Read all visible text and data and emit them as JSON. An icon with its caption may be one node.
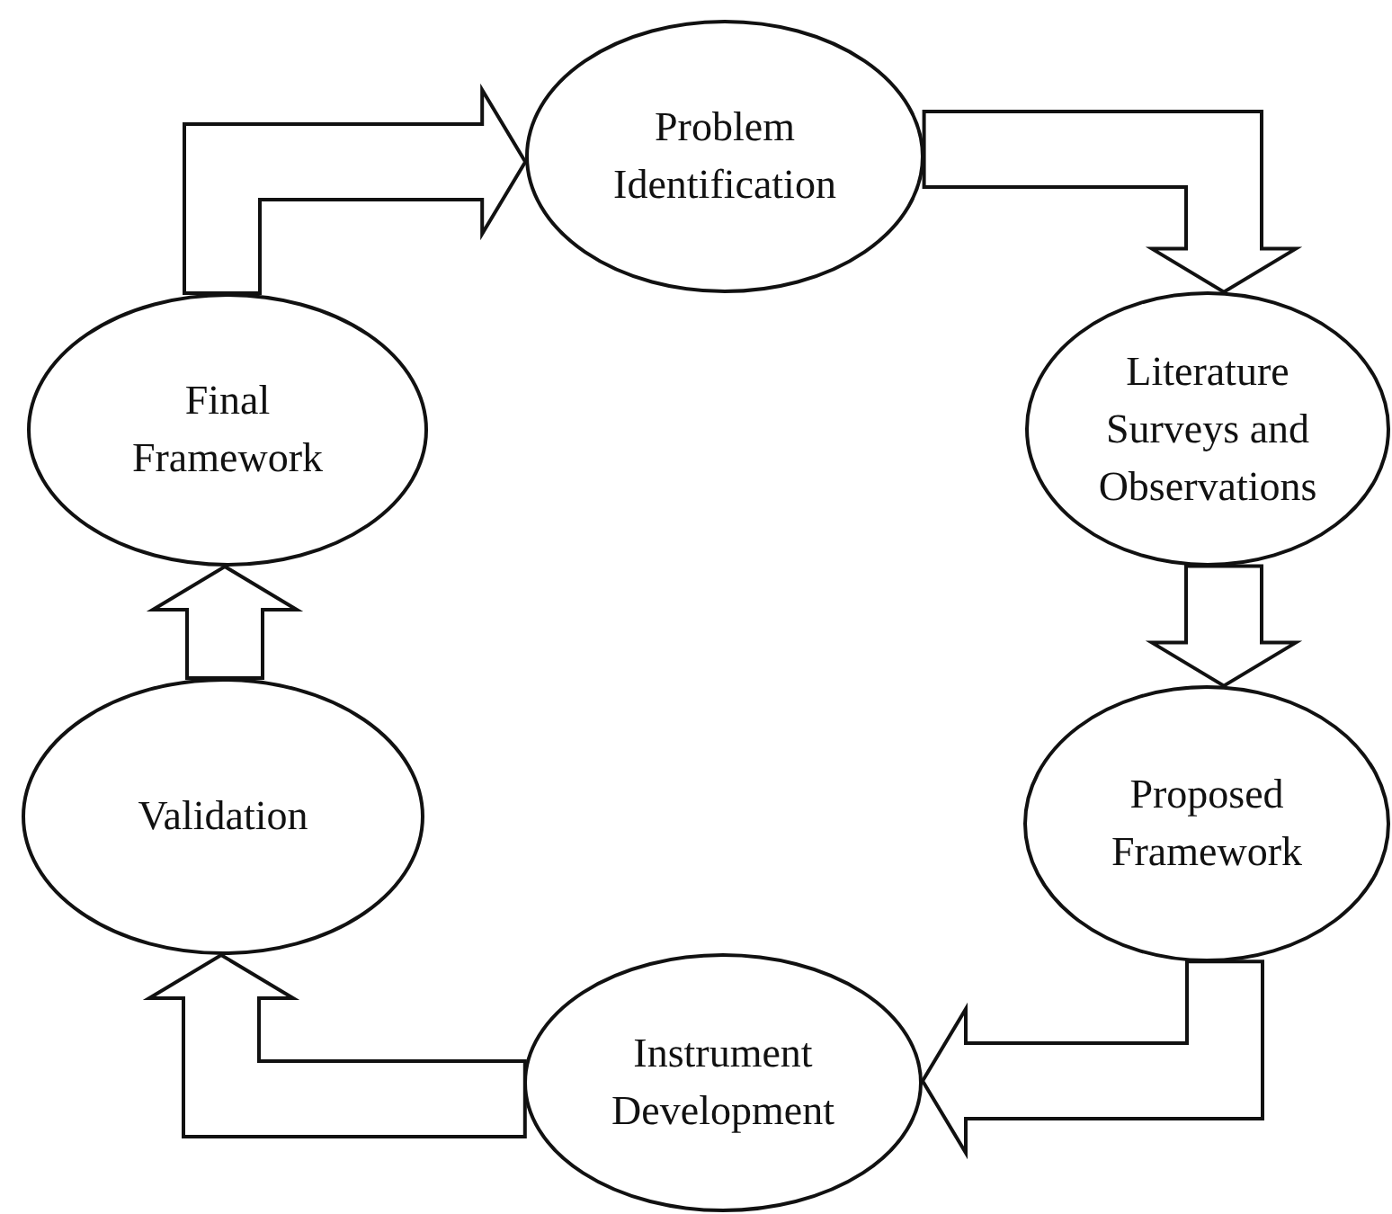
{
  "diagram": {
    "nodes": [
      {
        "text": [
          "Problem Identification"
        ]
      },
      {
        "text": [
          "Literature Surveys and Observations"
        ]
      },
      {
        "text": [
          "Proposed Framework"
        ]
      },
      {
        "text": [
          "Instrument Development"
        ]
      },
      {
        "text": [
          "Validation"
        ]
      },
      {
        "text": [
          "Final Framework"
        ]
      }
    ],
    "edges": [
      {
        "from": 5,
        "to": 0,
        "arrow": "to"
      },
      {
        "from": 0,
        "to": 1,
        "arrow": "to"
      },
      {
        "from": 1,
        "to": 2,
        "arrow": "to"
      },
      {
        "from": 2,
        "to": 3,
        "arrow": "to"
      },
      {
        "from": 3,
        "to": 4,
        "arrow": "to"
      },
      {
        "from": 4,
        "to": 5,
        "arrow": "to"
      }
    ]
  }
}
